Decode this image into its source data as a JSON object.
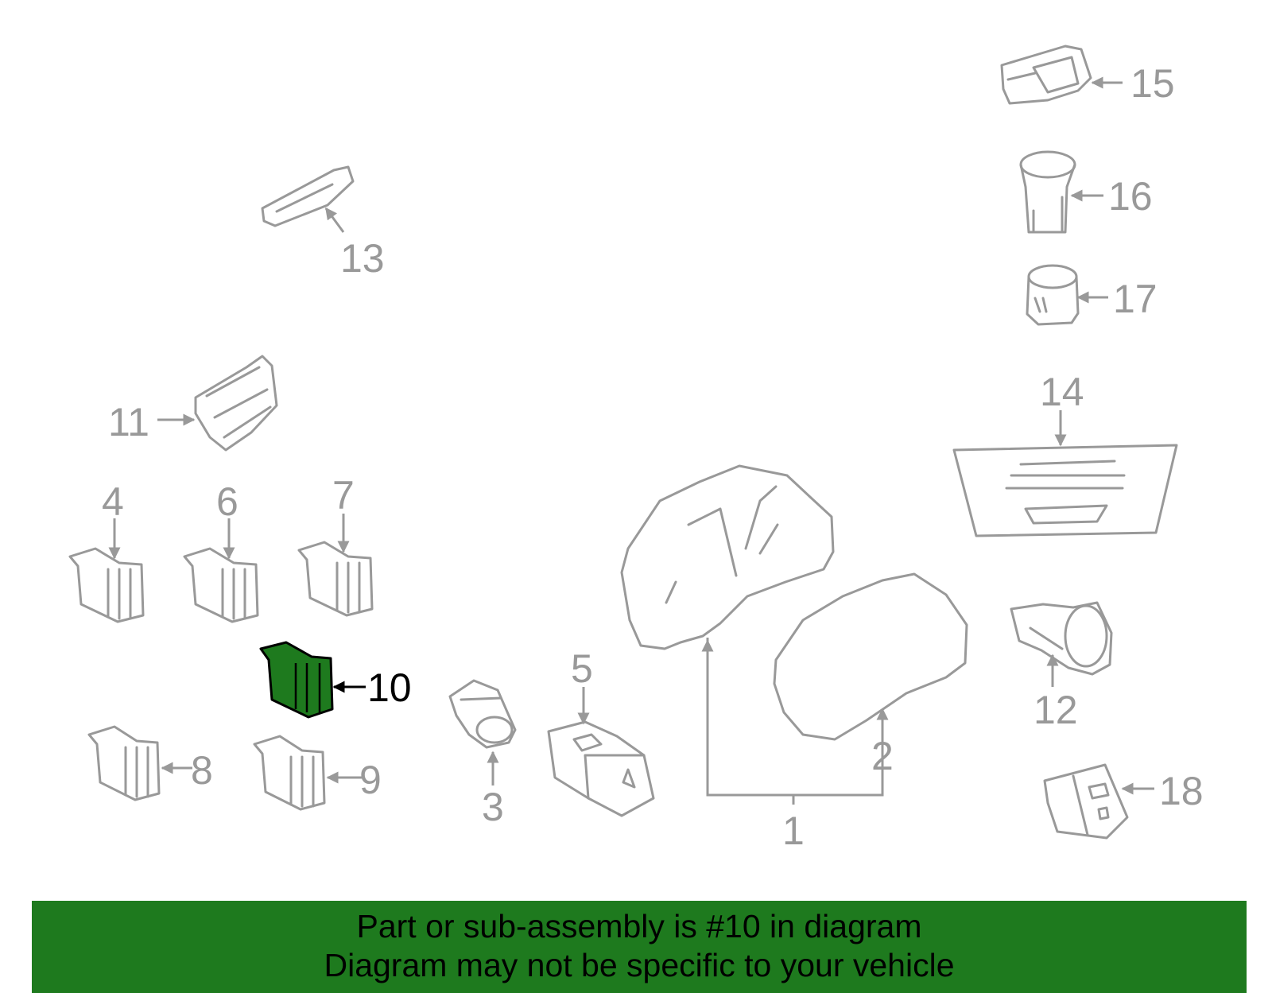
{
  "diagram": {
    "highlight_color": "#1e7a1e",
    "part_color": "#999999",
    "highlighted_part": "10",
    "callouts": {
      "c1": "1",
      "c2": "2",
      "c3": "3",
      "c4": "4",
      "c5": "5",
      "c6": "6",
      "c7": "7",
      "c8": "8",
      "c9": "9",
      "c10": "10",
      "c11": "11",
      "c12": "12",
      "c13": "13",
      "c14": "14",
      "c15": "15",
      "c16": "16",
      "c17": "17",
      "c18": "18"
    }
  },
  "banner": {
    "line1": "Part or sub-assembly is #10 in diagram",
    "line2": "Diagram may not be specific to your vehicle"
  }
}
